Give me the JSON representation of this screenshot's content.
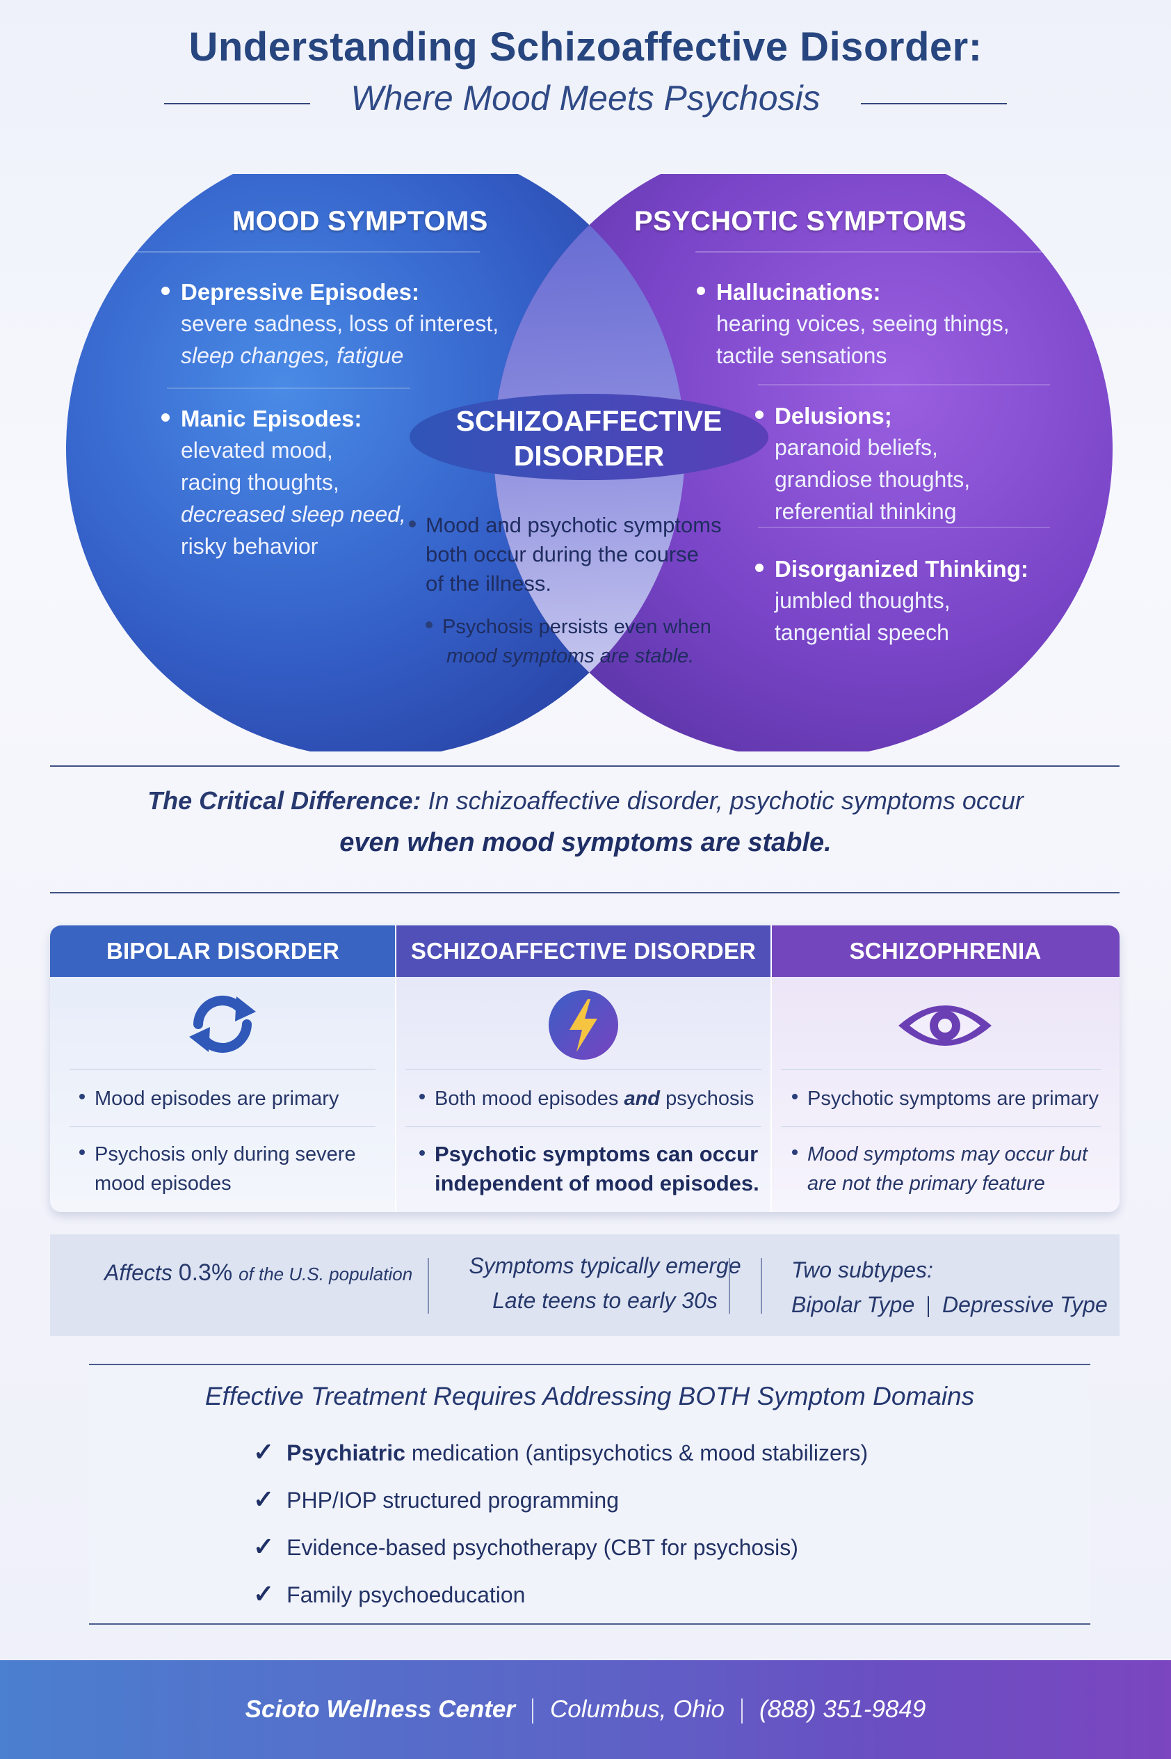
{
  "header": {
    "title": "Understanding Schizoaffective Disorder:",
    "subtitle": "Where Mood Meets Psychosis"
  },
  "venn": {
    "mood": {
      "heading": "MOOD SYMPTOMS",
      "items": [
        {
          "label": "Depressive Episodes:",
          "lines": [
            "severe sadness, loss of interest,",
            "sleep changes, fatigue"
          ]
        },
        {
          "label": "Manic Episodes:",
          "lines": [
            "elevated mood,",
            "racing thoughts,",
            "decreased sleep need,",
            "risky behavior"
          ]
        }
      ]
    },
    "psychotic": {
      "heading": "PSYCHOTIC SYMPTOMS",
      "items": [
        {
          "label": "Hallucinations:",
          "lines": [
            "hearing voices, seeing things,",
            "tactile sensations"
          ]
        },
        {
          "label": "Delusions;",
          "lines": [
            "paranoid beliefs,",
            "grandiose thoughts,",
            "referential thinking"
          ]
        },
        {
          "label": "Disorganized Thinking:",
          "lines": [
            "jumbled thoughts,",
            "tangential speech"
          ]
        }
      ]
    },
    "overlap": {
      "title_line1": "SCHIZOAFFECTIVE",
      "title_line2": "DISORDER",
      "item1": [
        "Mood and psychotic symptoms",
        "both occur during the course",
        "of the illness."
      ],
      "item2": [
        "Psychosis persists even when",
        "mood symptoms are stable."
      ]
    }
  },
  "critical": {
    "label": "The Critical Difference:",
    "text": "In schizoaffective disorder, psychotic symptoms occur",
    "emphasis": "even when mood symptoms are stable."
  },
  "comparison": {
    "columns": [
      {
        "heading": "BIPOLAR DISORDER",
        "icon": "cycle-arrows-icon",
        "row1": "Mood episodes are primary",
        "row2": [
          "Psychosis only during severe",
          "mood episodes"
        ]
      },
      {
        "heading": "SCHIZOAFFECTIVE DISORDER",
        "icon": "lightning-bolt-icon",
        "row1_a": "Both mood episodes",
        "row1_b": "and",
        "row1_c": "psychosis",
        "row2": [
          "Psychotic symptoms can occur",
          "independent of mood episodes."
        ]
      },
      {
        "heading": "SCHIZOPHRENIA",
        "icon": "eye-icon",
        "row1": "Psychotic symptoms are primary",
        "row2": [
          "Mood symptoms may occur but",
          "are not the primary feature"
        ]
      }
    ],
    "colors": {
      "bipolar": "#3a64c2",
      "schizoaffective": "#5050b8",
      "schizophrenia": "#7446be"
    }
  },
  "stats": {
    "prevalence_a": "Affects",
    "prevalence_b": "0.3%",
    "prevalence_c": "of the U.S. population",
    "onset_1": "Symptoms typically emerge",
    "onset_2": "Late teens to early 30s",
    "subtypes_1": "Two subtypes:",
    "subtypes_2a": "Bipolar Type",
    "subtypes_2b": "Depressive Type"
  },
  "treatment": {
    "title": "Effective Treatment Requires Addressing BOTH Symptom Domains",
    "items": [
      {
        "bold": "Psychiatric",
        "rest": " medication (antipsychotics & mood stabilizers)"
      },
      {
        "bold": "",
        "rest": "PHP/IOP structured programming"
      },
      {
        "bold": "",
        "rest": "Evidence-based psychotherapy (CBT for psychosis)"
      },
      {
        "bold": "",
        "rest": "Family psychoeducation"
      }
    ]
  },
  "footer": {
    "org": "Scioto Wellness Center",
    "location": "Columbus, Ohio",
    "phone": "(888) 351-9849"
  }
}
